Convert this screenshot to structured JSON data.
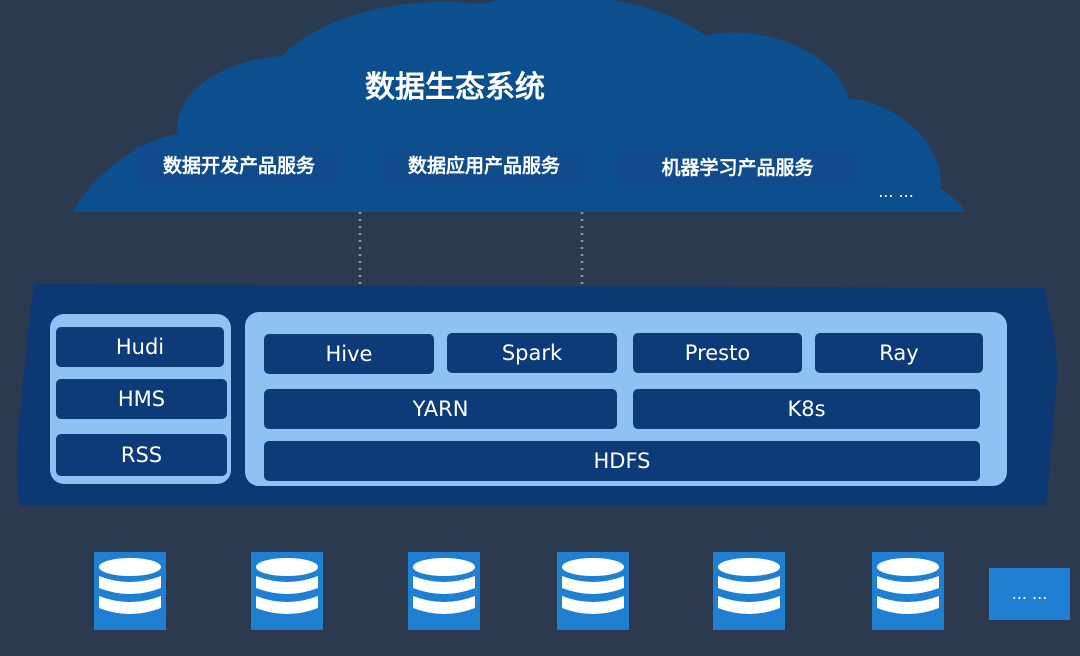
{
  "cloud": {
    "title": "数据生态系统",
    "services": [
      {
        "label": "数据开发产品服务"
      },
      {
        "label": "数据应用产品服务"
      },
      {
        "label": "机器学习产品服务"
      }
    ],
    "more": "... ..."
  },
  "platform": {
    "left_components": [
      "Hudi",
      "HMS",
      "RSS"
    ],
    "engines": [
      "Hive",
      "Spark",
      "Presto",
      "Ray"
    ],
    "schedulers": [
      "YARN",
      "K8s"
    ],
    "storage": "HDFS"
  },
  "data_sources": {
    "icon": "database-icon",
    "count": 6,
    "more": "... ..."
  },
  "colors": {
    "background": "#2c3a50",
    "cloud": "#0b4f8e",
    "platform": "#0c3873",
    "panel": "#8fc1f3",
    "component": "#0d3a78",
    "database": "#1f7fd2"
  }
}
